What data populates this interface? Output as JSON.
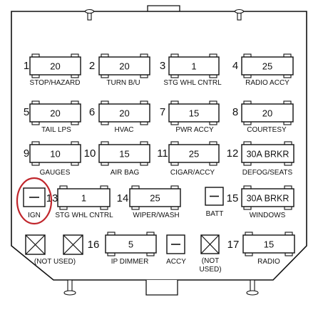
{
  "fuses": [
    {
      "id": "1",
      "number": "1",
      "value": "20",
      "label": "STOP/HAZARD"
    },
    {
      "id": "2",
      "number": "2",
      "value": "20",
      "label": "TURN B/U"
    },
    {
      "id": "3",
      "number": "3",
      "value": "1",
      "label": "STG WHL CNTRL"
    },
    {
      "id": "4",
      "number": "4",
      "value": "25",
      "label": "RADIO ACCY"
    },
    {
      "id": "5",
      "number": "5",
      "value": "20",
      "label": "TAIL LPS"
    },
    {
      "id": "6",
      "number": "6",
      "value": "20",
      "label": "HVAC"
    },
    {
      "id": "7",
      "number": "7",
      "value": "15",
      "label": "PWR ACCY"
    },
    {
      "id": "8",
      "number": "8",
      "value": "20",
      "label": "COURTESY"
    },
    {
      "id": "9",
      "number": "9",
      "value": "10",
      "label": "GAUGES"
    },
    {
      "id": "10",
      "number": "10",
      "value": "15",
      "label": "AIR BAG"
    },
    {
      "id": "11",
      "number": "11",
      "value": "25",
      "label": "CIGAR/ACCY"
    },
    {
      "id": "12",
      "number": "12",
      "value": "30A BRKR",
      "label": "DEFOG/SEATS"
    },
    {
      "id": "13",
      "number": "13",
      "value": "1",
      "label": "STG WHL CNTRL"
    },
    {
      "id": "14",
      "number": "14",
      "value": "25",
      "label": "WIPER/WASH"
    },
    {
      "id": "15",
      "number": "15",
      "value": "30A BRKR",
      "label": "WINDOWS"
    },
    {
      "id": "16",
      "number": "16",
      "value": "5",
      "label": "IP DIMMER"
    },
    {
      "id": "17",
      "number": "17",
      "value": "15",
      "label": "RADIO"
    }
  ],
  "small_components": {
    "ign": "IGN",
    "batt": "BATT",
    "accy": "ACCY",
    "not_used_left": "(NOT USED)",
    "not_used_right_1": "(NOT",
    "not_used_right_2": "USED)"
  },
  "highlight": {
    "target": "ign",
    "color": "#c0262c"
  }
}
